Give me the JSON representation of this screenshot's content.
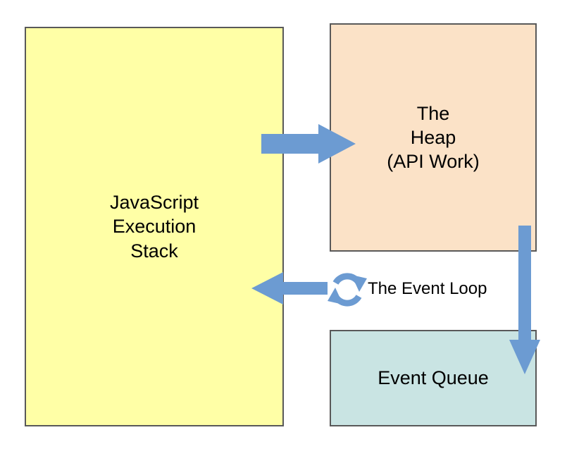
{
  "boxes": {
    "execution_stack": {
      "label": "JavaScript\nExecution\nStack"
    },
    "heap": {
      "label": "The\nHeap\n(API Work)"
    },
    "event_queue": {
      "label": "Event Queue"
    }
  },
  "labels": {
    "event_loop": "The Event Loop"
  },
  "icons": {
    "event_loop_icon": "circular-arrows"
  },
  "colors": {
    "background": "#FFFFFF",
    "stack_fill": "#FFFFA6",
    "heap_fill": "#FBE2C7",
    "queue_fill": "#C9E4E3",
    "border": "#595959",
    "arrow": "#6C9BD2",
    "text": "#000000"
  }
}
